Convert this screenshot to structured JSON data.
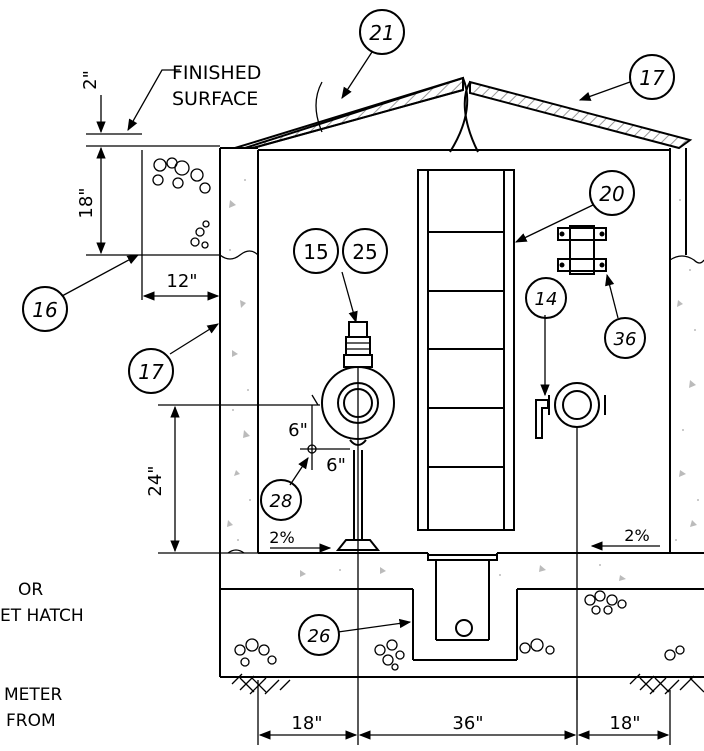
{
  "notes": {
    "finished_surface_line1": "FINISHED",
    "finished_surface_line2": "SURFACE",
    "hatch_line1": "OR",
    "hatch_line2": "ET HATCH",
    "meter_line1": "METER",
    "meter_line2": "FROM"
  },
  "dimensions": {
    "top_gap": "2\"",
    "wall_depth": "18\"",
    "wall_width": "12\"",
    "pipe_height": "24\"",
    "offset_a": "6\"",
    "offset_b": "6\"",
    "bottom_left": "18\"",
    "bottom_center": "36\"",
    "bottom_right": "18\"",
    "slope_left": "2%",
    "slope_right": "2%"
  },
  "callouts": {
    "c21": "21",
    "c17_top": "17",
    "c20": "20",
    "c15": "15",
    "c25": "25",
    "c14": "14",
    "c36": "36",
    "c16": "16",
    "c17_left": "17",
    "c28": "28",
    "c26": "26"
  }
}
